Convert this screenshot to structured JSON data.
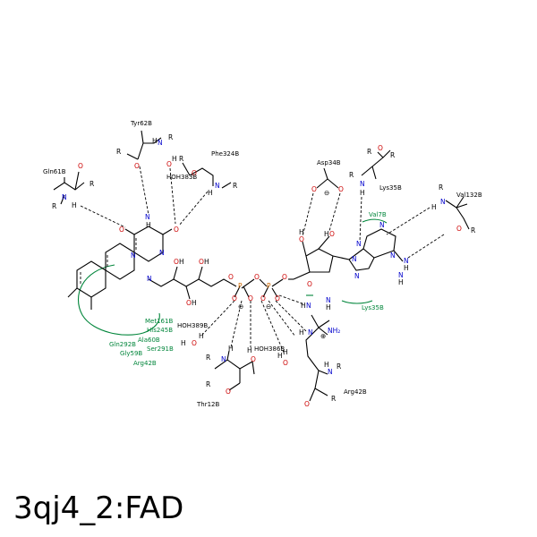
{
  "caption": "3qj4_2:FAD",
  "residues": {
    "tyr62": "Tyr62B",
    "gln61": "Gln61B",
    "phe324": "Phe324B",
    "hoh383": "HOH383B",
    "asp34": "Asp34B",
    "lys35_top": "Lys35B",
    "val132": "Val132B",
    "val7": "Val7B",
    "lys35_right": "Lys35B",
    "hoh389": "HOH389B",
    "hoh386": "HOH386B",
    "thr12": "Thr12B",
    "arg42_black": "Arg42B"
  },
  "hydrophobic": {
    "met161": "Met161B",
    "his245": "His245B",
    "ala60": "Ala60B",
    "gln292": "Gln292B",
    "ser291": "Ser291B",
    "gly59": "Gly59B",
    "arg42": "Arg42B"
  },
  "atoms": {
    "N": "N",
    "H": "H",
    "O": "O",
    "P": "P",
    "R": "R",
    "NH2": "NH₂",
    "minus": "⊖",
    "plus": "⊕"
  }
}
